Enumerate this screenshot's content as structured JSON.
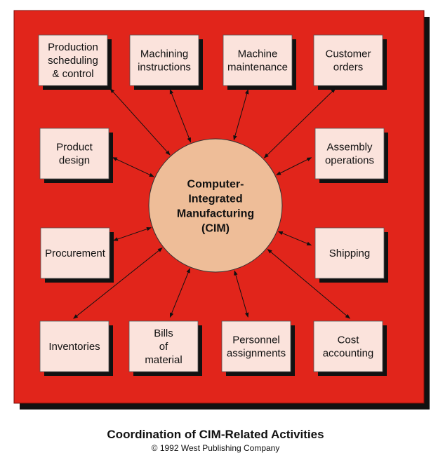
{
  "center": {
    "lines": [
      "Computer-",
      "Integrated",
      "Manufacturing",
      "(CIM)"
    ]
  },
  "activities": [
    {
      "id": "production-scheduling",
      "lines": [
        "Production",
        "scheduling",
        "& control"
      ]
    },
    {
      "id": "machining-instructions",
      "lines": [
        "Machining",
        "instructions"
      ]
    },
    {
      "id": "machine-maintenance",
      "lines": [
        "Machine",
        "maintenance"
      ]
    },
    {
      "id": "customer-orders",
      "lines": [
        "Customer",
        "orders"
      ]
    },
    {
      "id": "product-design",
      "lines": [
        "Product",
        "design"
      ]
    },
    {
      "id": "assembly-operations",
      "lines": [
        "Assembly",
        "operations"
      ]
    },
    {
      "id": "procurement",
      "lines": [
        "Procurement"
      ]
    },
    {
      "id": "shipping",
      "lines": [
        "Shipping"
      ]
    },
    {
      "id": "inventories",
      "lines": [
        "Inventories"
      ]
    },
    {
      "id": "bills-of-material",
      "lines": [
        "Bills",
        "of",
        "material"
      ]
    },
    {
      "id": "personnel-assignments",
      "lines": [
        "Personnel",
        "assignments"
      ]
    },
    {
      "id": "cost-accounting",
      "lines": [
        "Cost",
        "accounting"
      ]
    }
  ],
  "caption": {
    "title": "Coordination of CIM-Related Activities",
    "copyright": "© 1992 West Publishing Company"
  },
  "colors": {
    "background": "#e1251b",
    "box_fill": "#fbe3dc",
    "circle_fill": "#eebd98",
    "shadow": "#111111"
  }
}
